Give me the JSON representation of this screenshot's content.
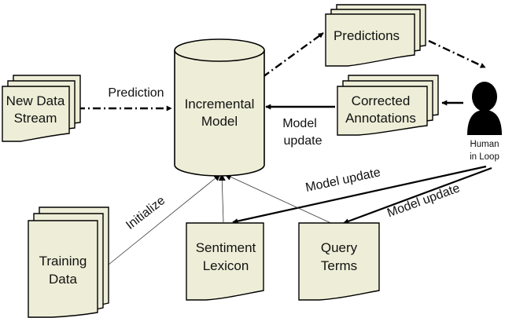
{
  "nodes": {
    "model": [
      "Incremental",
      "Model"
    ],
    "predictions": [
      "Predictions"
    ],
    "stream": [
      "New Data",
      "Stream"
    ],
    "corrected": [
      "Corrected",
      "Annotations"
    ],
    "human": [
      "Human",
      "in Loop"
    ],
    "training": [
      "Training",
      "Data"
    ],
    "lexicon": [
      "Sentiment",
      "Lexicon"
    ],
    "query": [
      "Query",
      "Terms"
    ]
  },
  "edges": {
    "prediction": "Prediction",
    "model_update": [
      "Model",
      "update"
    ],
    "model_update_lexicon": "Model update",
    "model_update_query": "Model update",
    "initialize": "Initialize"
  },
  "colors": {
    "node_fill": "#eeeed8",
    "stroke": "#000000",
    "human_icon": "#000000"
  },
  "icons": {
    "human": "person-icon"
  }
}
